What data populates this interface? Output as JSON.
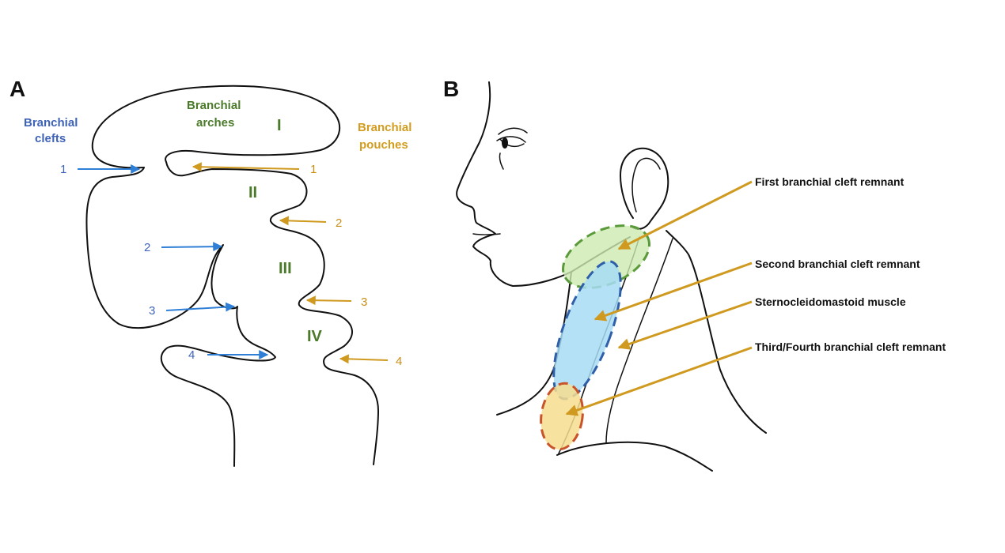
{
  "panel_a": {
    "letter": "A",
    "clefts_label": [
      "Branchial",
      "clefts"
    ],
    "arches_label": [
      "Branchial",
      "arches"
    ],
    "pouches_label": [
      "Branchial",
      "pouches"
    ],
    "arches": [
      "I",
      "II",
      "III",
      "IV"
    ],
    "cleft_numbers": [
      "1",
      "2",
      "3",
      "4"
    ],
    "pouch_numbers": [
      "1",
      "2",
      "3",
      "4"
    ]
  },
  "panel_b": {
    "letter": "B",
    "labels": [
      "First branchial cleft remnant",
      "Second branchial cleft remnant",
      "Sternocleidomastoid muscle",
      "Third/Fourth branchial cleft remnant"
    ]
  },
  "colors": {
    "cleft_blue": "#2f7fd6",
    "pouch_gold": "#cf9a1f",
    "arch_green": "#4a7a2a",
    "first_remnant_fill": "#cdeab2",
    "first_remnant_stroke": "#5a9a3a",
    "second_remnant_fill": "#a7dcf3",
    "second_remnant_stroke": "#2f5fa8",
    "third_remnant_fill": "#f6dd8f",
    "third_remnant_stroke": "#c9542a"
  }
}
